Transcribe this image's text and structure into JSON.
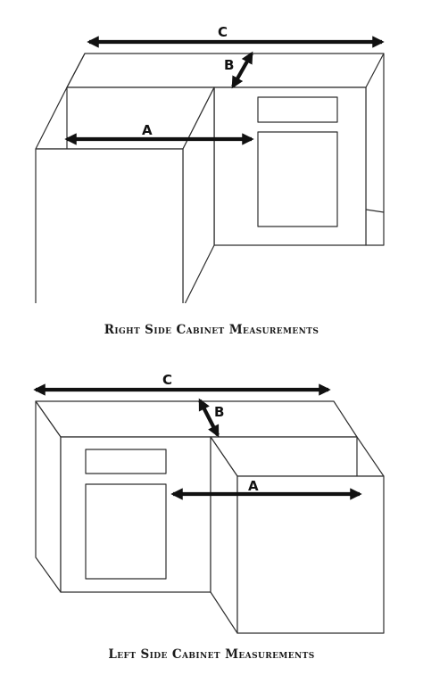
{
  "diagrams": [
    {
      "caption": "Right Side Cabinet Measurements",
      "labels": {
        "a": "A",
        "b": "B",
        "c": "C"
      }
    },
    {
      "caption": "Left Side Cabinet Measurements",
      "labels": {
        "a": "A",
        "b": "B",
        "c": "C"
      }
    }
  ],
  "colors": {
    "line": "#2e2e2e",
    "arrow": "#111111",
    "background": "#ffffff"
  }
}
